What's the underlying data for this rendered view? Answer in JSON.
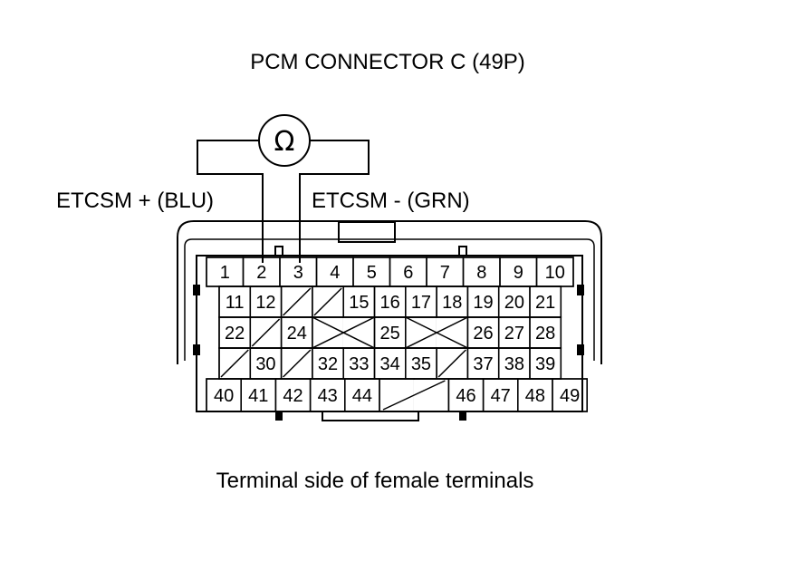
{
  "title": "PCM CONNECTOR C (49P)",
  "meter_symbol": "Ω",
  "wire_left": "ETCSM +  (BLU)",
  "wire_right": "ETCSM -  (GRN)",
  "caption": "Terminal side of female terminals",
  "rows": [
    [
      "1",
      "2",
      "3",
      "4",
      "5",
      "6",
      "7",
      "8",
      "9",
      "10"
    ],
    [
      "11",
      "12",
      "",
      "",
      "15",
      "16",
      "17",
      "18",
      "19",
      "20",
      "21"
    ],
    [
      "22",
      "",
      "24",
      "",
      "",
      "25",
      "",
      "",
      "26",
      "27",
      "28"
    ],
    [
      "",
      "30",
      "",
      "32",
      "33",
      "34",
      "35",
      "",
      "37",
      "38",
      "39"
    ],
    [
      "40",
      "41",
      "42",
      "43",
      "44",
      "",
      "",
      "46",
      "47",
      "48",
      "49"
    ]
  ]
}
